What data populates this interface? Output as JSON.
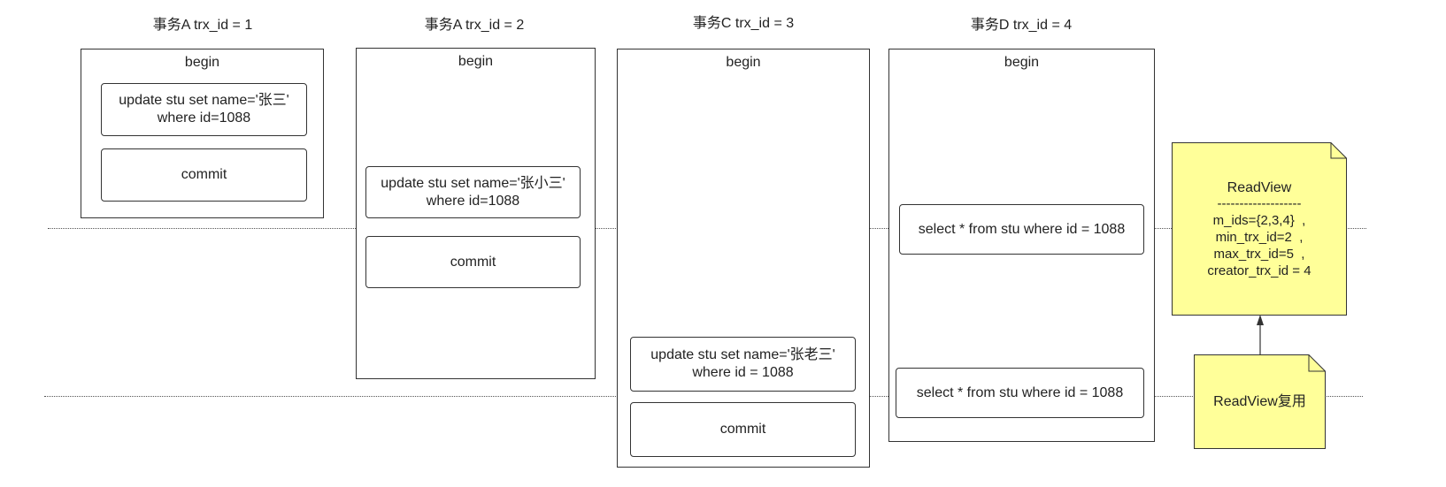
{
  "columns": [
    {
      "title": "事务A trx_id = 1",
      "begin": "begin",
      "update_line1": "update stu set name='张三'",
      "update_line2": "where id=1088",
      "commit": "commit"
    },
    {
      "title": "事务A trx_id = 2",
      "begin": "begin",
      "update_line1": "update stu set name='张小三'",
      "update_line2": "where id=1088",
      "commit": "commit"
    },
    {
      "title": "事务C trx_id = 3",
      "begin": "begin",
      "update_line1": "update stu set name='张老三'",
      "update_line2": "where id = 1088",
      "commit": "commit"
    },
    {
      "title": "事务D trx_id = 4",
      "begin": "begin",
      "select1": "select * from stu where id = 1088",
      "select2": "select * from stu where id = 1088"
    }
  ],
  "readview": {
    "title": "ReadView",
    "separator": "-------------------",
    "lines": [
      "m_ids={2,3,4}  ,",
      "min_trx_id=2  ,",
      "max_trx_id=5  ,",
      "creator_trx_id = 4"
    ]
  },
  "reuse_note": "ReadView复用",
  "colors": {
    "note_fill": "#ffff99",
    "stroke": "#333333"
  }
}
